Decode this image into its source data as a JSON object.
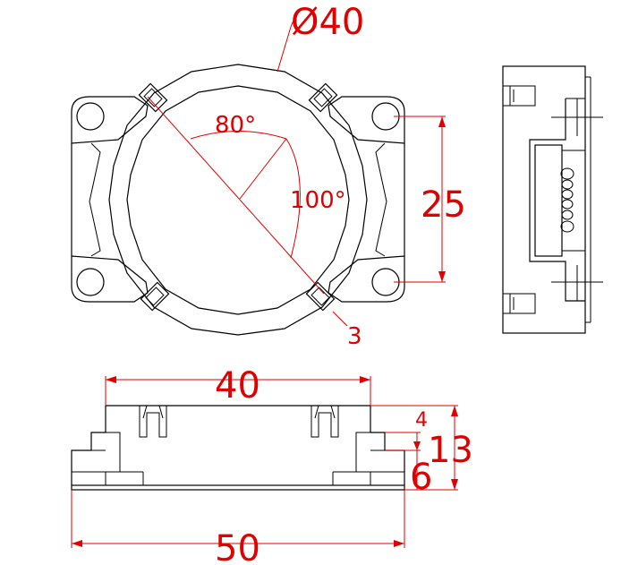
{
  "colors": {
    "outline": "#000000",
    "dimension": "#e00000",
    "background": "#ffffff"
  },
  "dimensions": {
    "diameter": "Ø40",
    "angle_small": "80°",
    "angle_large": "100°",
    "hole_spacing": "25",
    "tab_size": "3",
    "top_width": "40",
    "step_height": "4",
    "total_height": "13",
    "base_height": "6",
    "base_width": "50"
  }
}
